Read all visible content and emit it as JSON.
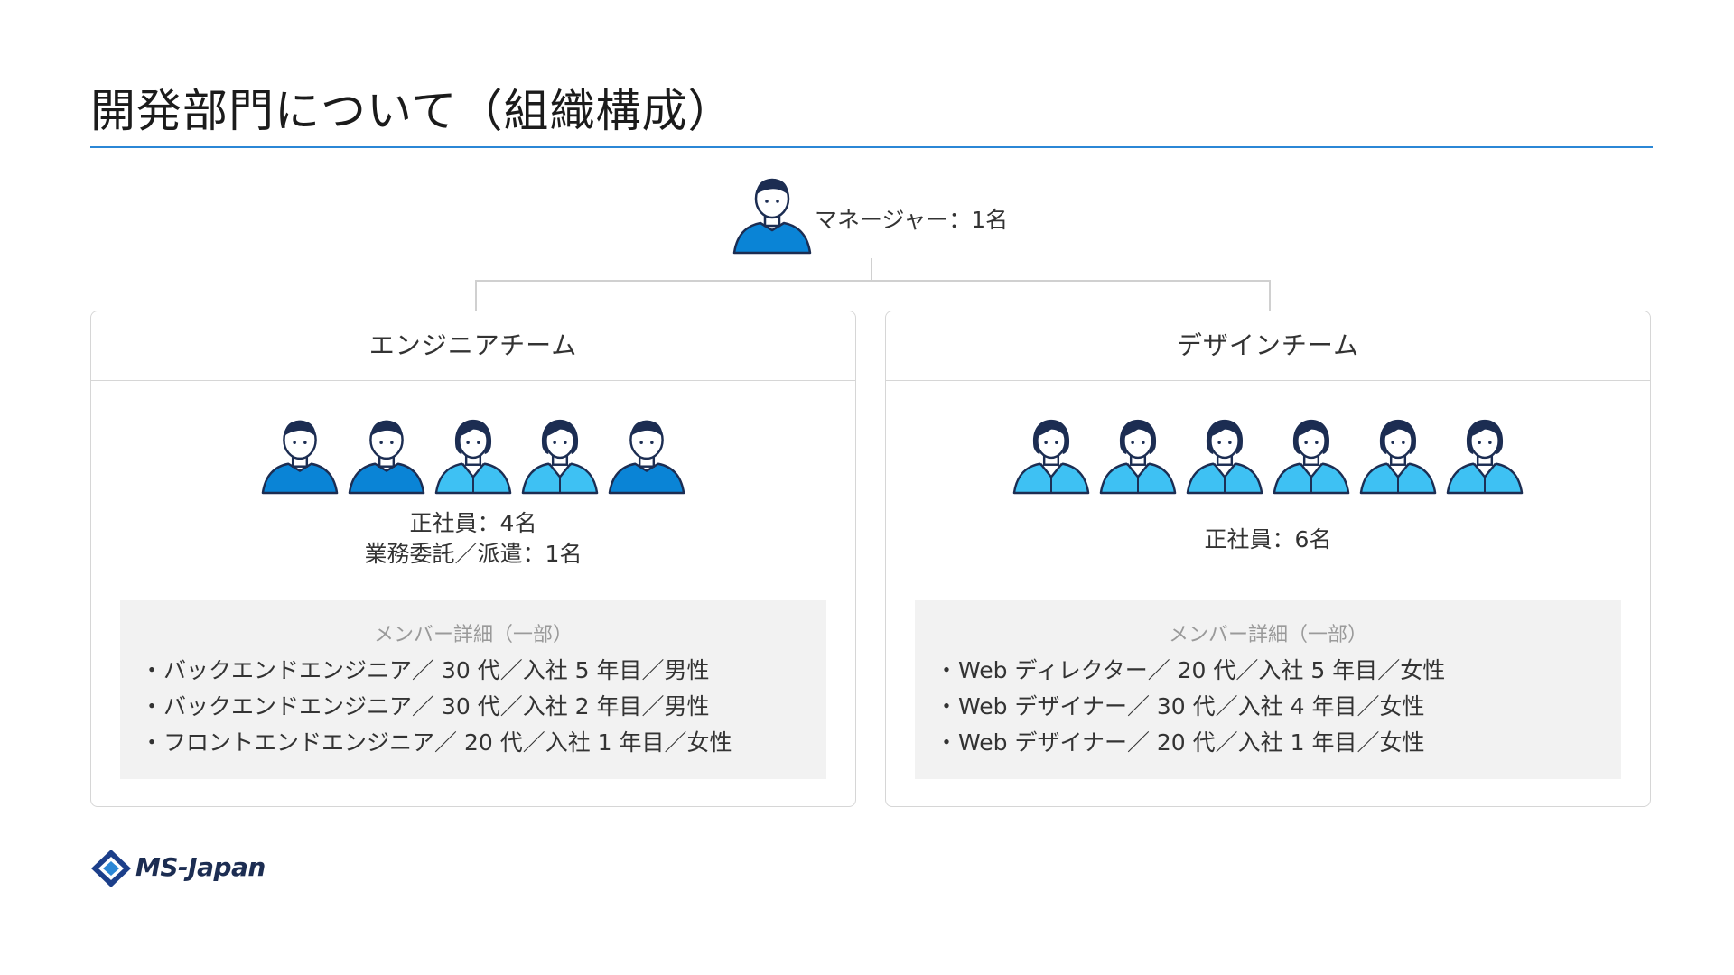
{
  "page": {
    "title": "開発部門について（組織構成）"
  },
  "manager": {
    "label": "マネージャー：1名",
    "icon": "person-male-icon"
  },
  "teams": [
    {
      "name": "エンジニアチーム",
      "members": [
        {
          "icon": "person-male-icon"
        },
        {
          "icon": "person-male-icon"
        },
        {
          "icon": "person-female-icon"
        },
        {
          "icon": "person-female-icon"
        },
        {
          "icon": "person-male-icon"
        }
      ],
      "counts": [
        "正社員：4名",
        "業務委託／派遣：1名"
      ],
      "details_label": "メンバー詳細（一部）",
      "details": [
        "バックエンドエンジニア／ 30 代／入社 5 年目／男性",
        "バックエンドエンジニア／ 30 代／入社 2 年目／男性",
        "フロントエンドエンジニア／ 20 代／入社 1 年目／女性"
      ]
    },
    {
      "name": "デザインチーム",
      "members": [
        {
          "icon": "person-female-icon"
        },
        {
          "icon": "person-female-icon"
        },
        {
          "icon": "person-female-icon"
        },
        {
          "icon": "person-female-icon"
        },
        {
          "icon": "person-female-icon"
        },
        {
          "icon": "person-female-icon"
        }
      ],
      "counts": [
        "正社員：6名"
      ],
      "details_label": "メンバー詳細（一部）",
      "details": [
        "Web ディレクター／ 20 代／入社 5 年目／女性",
        "Web デザイナー／ 30 代／入社 4 年目／女性",
        "Web デザイナー／ 20 代／入社 1 年目／女性"
      ]
    }
  ],
  "logo": {
    "text": "MS-Japan",
    "icon": "ms-japan-logo-icon"
  },
  "colors": {
    "accent_rule": "#2b87d6",
    "male_fill": "#0a84d6",
    "female_fill": "#3ec1f3",
    "outline": "#1c2d52",
    "details_bg": "#f2f2f2",
    "border": "#d6d6d6"
  }
}
